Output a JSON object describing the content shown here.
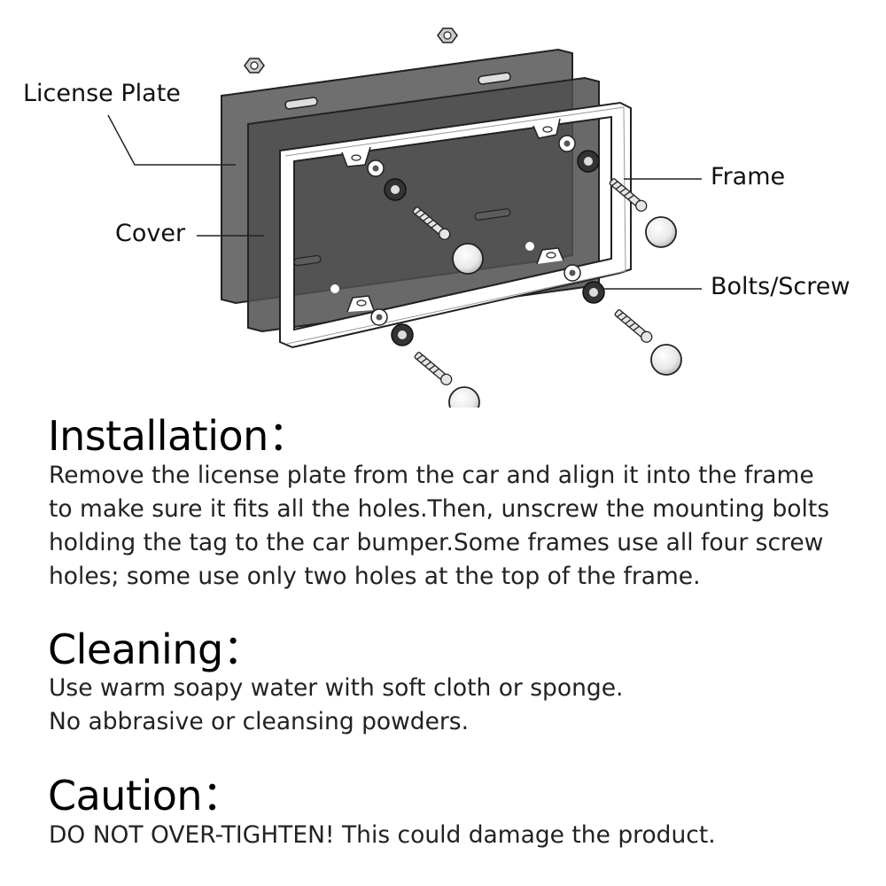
{
  "diagram": {
    "callouts": {
      "license_plate": "License Plate",
      "cover": "Cover",
      "frame": "Frame",
      "bolts": "Bolts/Screw"
    }
  },
  "sections": {
    "installation": {
      "heading": "Installation：",
      "lines": [
        "Remove the license plate from the car and align it into the frame",
        "to make sure it fits all the holes.Then, unscrew the mounting bolts",
        "holding the tag to the car bumper.Some frames use all four screw",
        "holes; some use only two holes at the top of the frame."
      ]
    },
    "cleaning": {
      "heading": "Cleaning：",
      "lines": [
        "Use warm soapy water with soft cloth or sponge.",
        "No abbrasive or cleansing powders."
      ]
    },
    "caution": {
      "heading": "Caution：",
      "lines": [
        "DO NOT OVER-TIGHTEN! This could damage the product."
      ]
    }
  },
  "colors": {
    "plate": "#6b6b6b",
    "cover": "#4a4a4a",
    "frame": "#ffffff",
    "outline": "#222222"
  }
}
